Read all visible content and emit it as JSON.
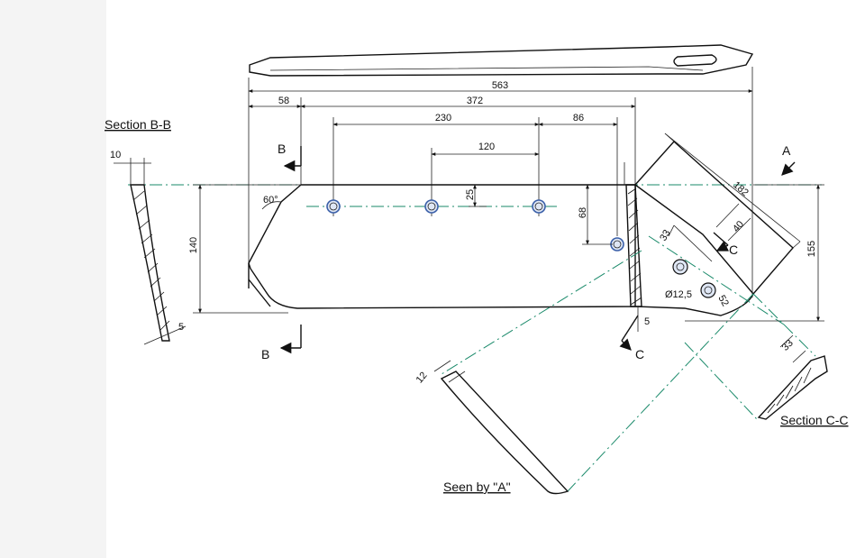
{
  "drawing": {
    "titles": {
      "section_bb": "Section B-B",
      "section_cc": "Section C-C",
      "seen_by_a": "Seen by \"A\""
    },
    "section_marks": {
      "b_top": "B",
      "b_bottom": "B",
      "c_right": "C",
      "c_bottom": "C",
      "a_view": "A"
    },
    "dimensions": {
      "overall_length": "563",
      "offset_left": "58",
      "blade_length": "372",
      "hole_span": "230",
      "hole_to_end": "86",
      "hole_pitch": "120",
      "hole_row_depth": "25",
      "height_left": "140",
      "height_right": "155",
      "hole_depth_right": "68",
      "angle": "60°",
      "tip_length": "182",
      "tip_offset": "40",
      "tip_hole_offset": "33",
      "tip_hole_diameter": "Ø12,5",
      "tip_hole_pitch": "52",
      "tip_edge": "5",
      "bb_thickness": "10",
      "bb_bottom": "5",
      "seen_a_thickness": "12",
      "cc_thickness": "33"
    }
  }
}
